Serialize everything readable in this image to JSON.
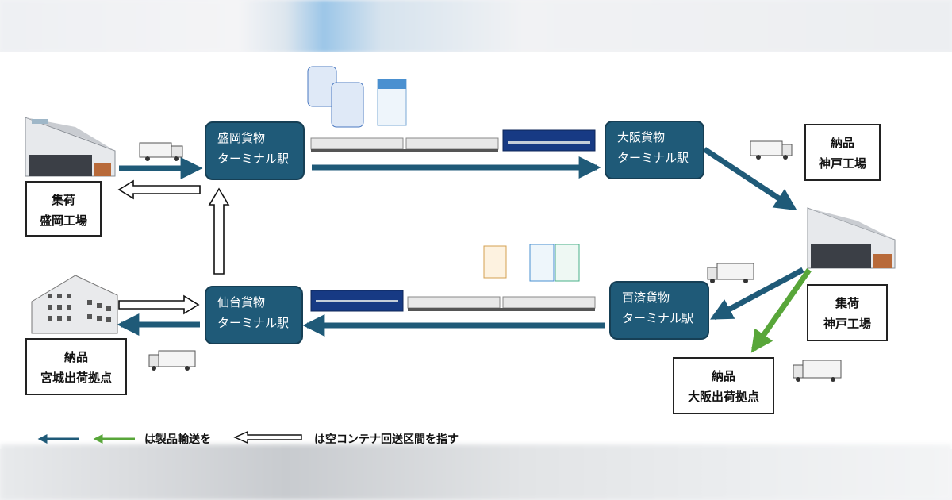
{
  "stations": {
    "morioka": {
      "line1": "盛岡貨物",
      "line2": "ターミナル駅"
    },
    "osaka": {
      "line1": "大阪貨物",
      "line2": "ターミナル駅"
    },
    "sendai": {
      "line1": "仙台貨物",
      "line2": "ターミナル駅"
    },
    "kudara": {
      "line1": "百済貨物",
      "line2": "ターミナル駅"
    }
  },
  "sites": {
    "morioka_factory": {
      "line1": "集荷",
      "line2": "盛岡工場"
    },
    "kobe_delivery": {
      "line1": "納品",
      "line2": "神戸工場"
    },
    "kobe_pickup": {
      "line1": "集荷",
      "line2": "神戸工場"
    },
    "miyagi_delivery": {
      "line1": "納品",
      "line2": "宮城出荷拠点"
    },
    "osaka_delivery": {
      "line1": "納品",
      "line2": "大阪出荷拠点"
    }
  },
  "legend": {
    "product_text": "は製品輸送を",
    "empty_text": "は空コンテナ回送区間を指す"
  },
  "colors": {
    "product_arrow": "#1f5a78",
    "product_arrow_green": "#58a639",
    "station_fill": "#1f5a78"
  },
  "icons": [
    "factory-icon",
    "warehouse-icon",
    "truck-icon",
    "freight-train-icon",
    "milk-carton-icon"
  ]
}
